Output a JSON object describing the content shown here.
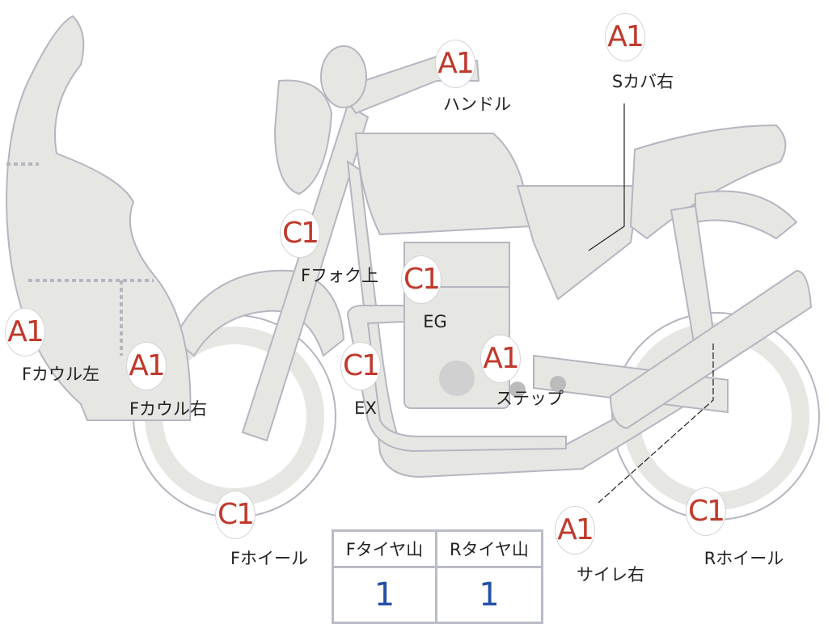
{
  "markers": [
    {
      "grade": "A1",
      "label": "ハンドル"
    },
    {
      "grade": "A1",
      "label": "Sカバ右"
    },
    {
      "grade": "C1",
      "label": "Fフォク上"
    },
    {
      "grade": "C1",
      "label": "EG"
    },
    {
      "grade": "A1",
      "label": "Fカウル左"
    },
    {
      "grade": "A1",
      "label": "Fカウル右"
    },
    {
      "grade": "C1",
      "label": "EX"
    },
    {
      "grade": "A1",
      "label": "ステップ"
    },
    {
      "grade": "C1",
      "label": "Fホイール"
    },
    {
      "grade": "A1",
      "label": "サイレ右"
    },
    {
      "grade": "C1",
      "label": "Rホイール"
    }
  ],
  "tire_table": {
    "headers": [
      "Fタイヤ山",
      "Rタイヤ山"
    ],
    "values": [
      "1",
      "1"
    ]
  },
  "colors": {
    "grade": "#c0392b",
    "value": "#2450a6",
    "body_fill": "#e6e6e3"
  }
}
